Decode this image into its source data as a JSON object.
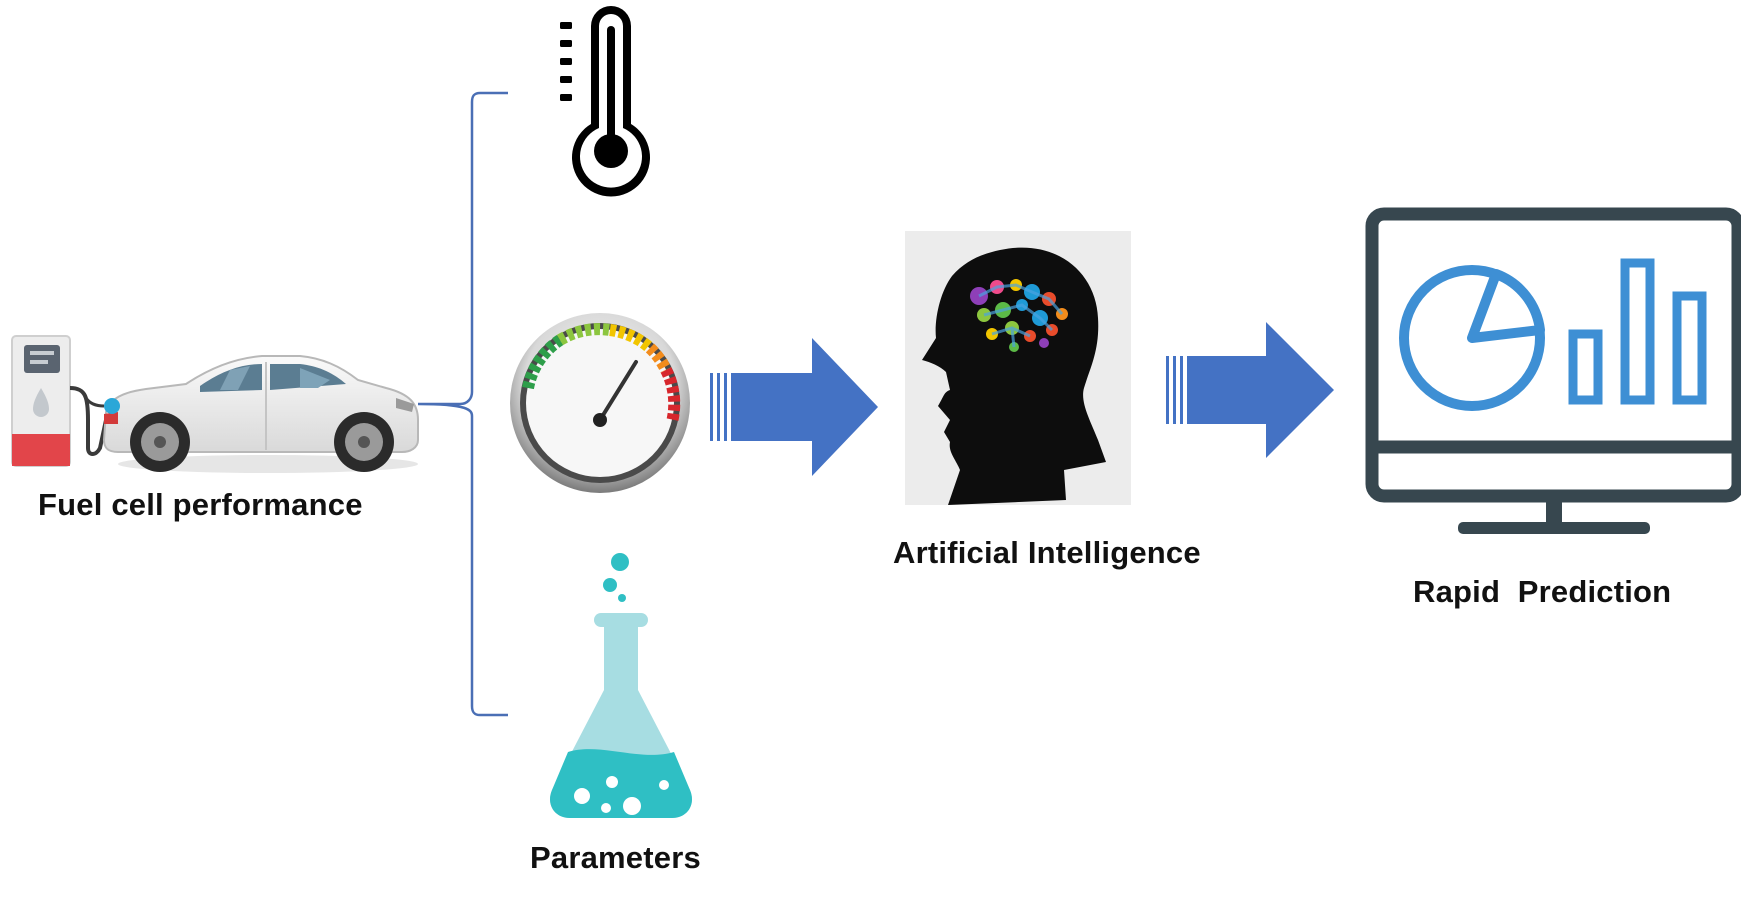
{
  "labels": {
    "fuel_cell": "Fuel cell performance",
    "parameters": "Parameters",
    "ai": "Artificial Intelligence",
    "prediction": "Rapid  Prediction"
  },
  "icons": {
    "car": "fuel-cell-car-icon",
    "pump": "fuel-pump-icon",
    "thermometer": "thermometer-icon",
    "gauge": "pressure-gauge-icon",
    "flask": "chemistry-flask-icon",
    "head": "ai-brain-head-icon",
    "monitor": "analytics-monitor-icon"
  },
  "colors": {
    "arrow": "#4472C4",
    "bracket": "#4A6FB5",
    "monitor": "#37474F",
    "chart": "#3E8FD4",
    "flask_liquid": "#2FBFC4",
    "flask_glass": "#A7DDE2",
    "pump_red": "#E2454A"
  }
}
